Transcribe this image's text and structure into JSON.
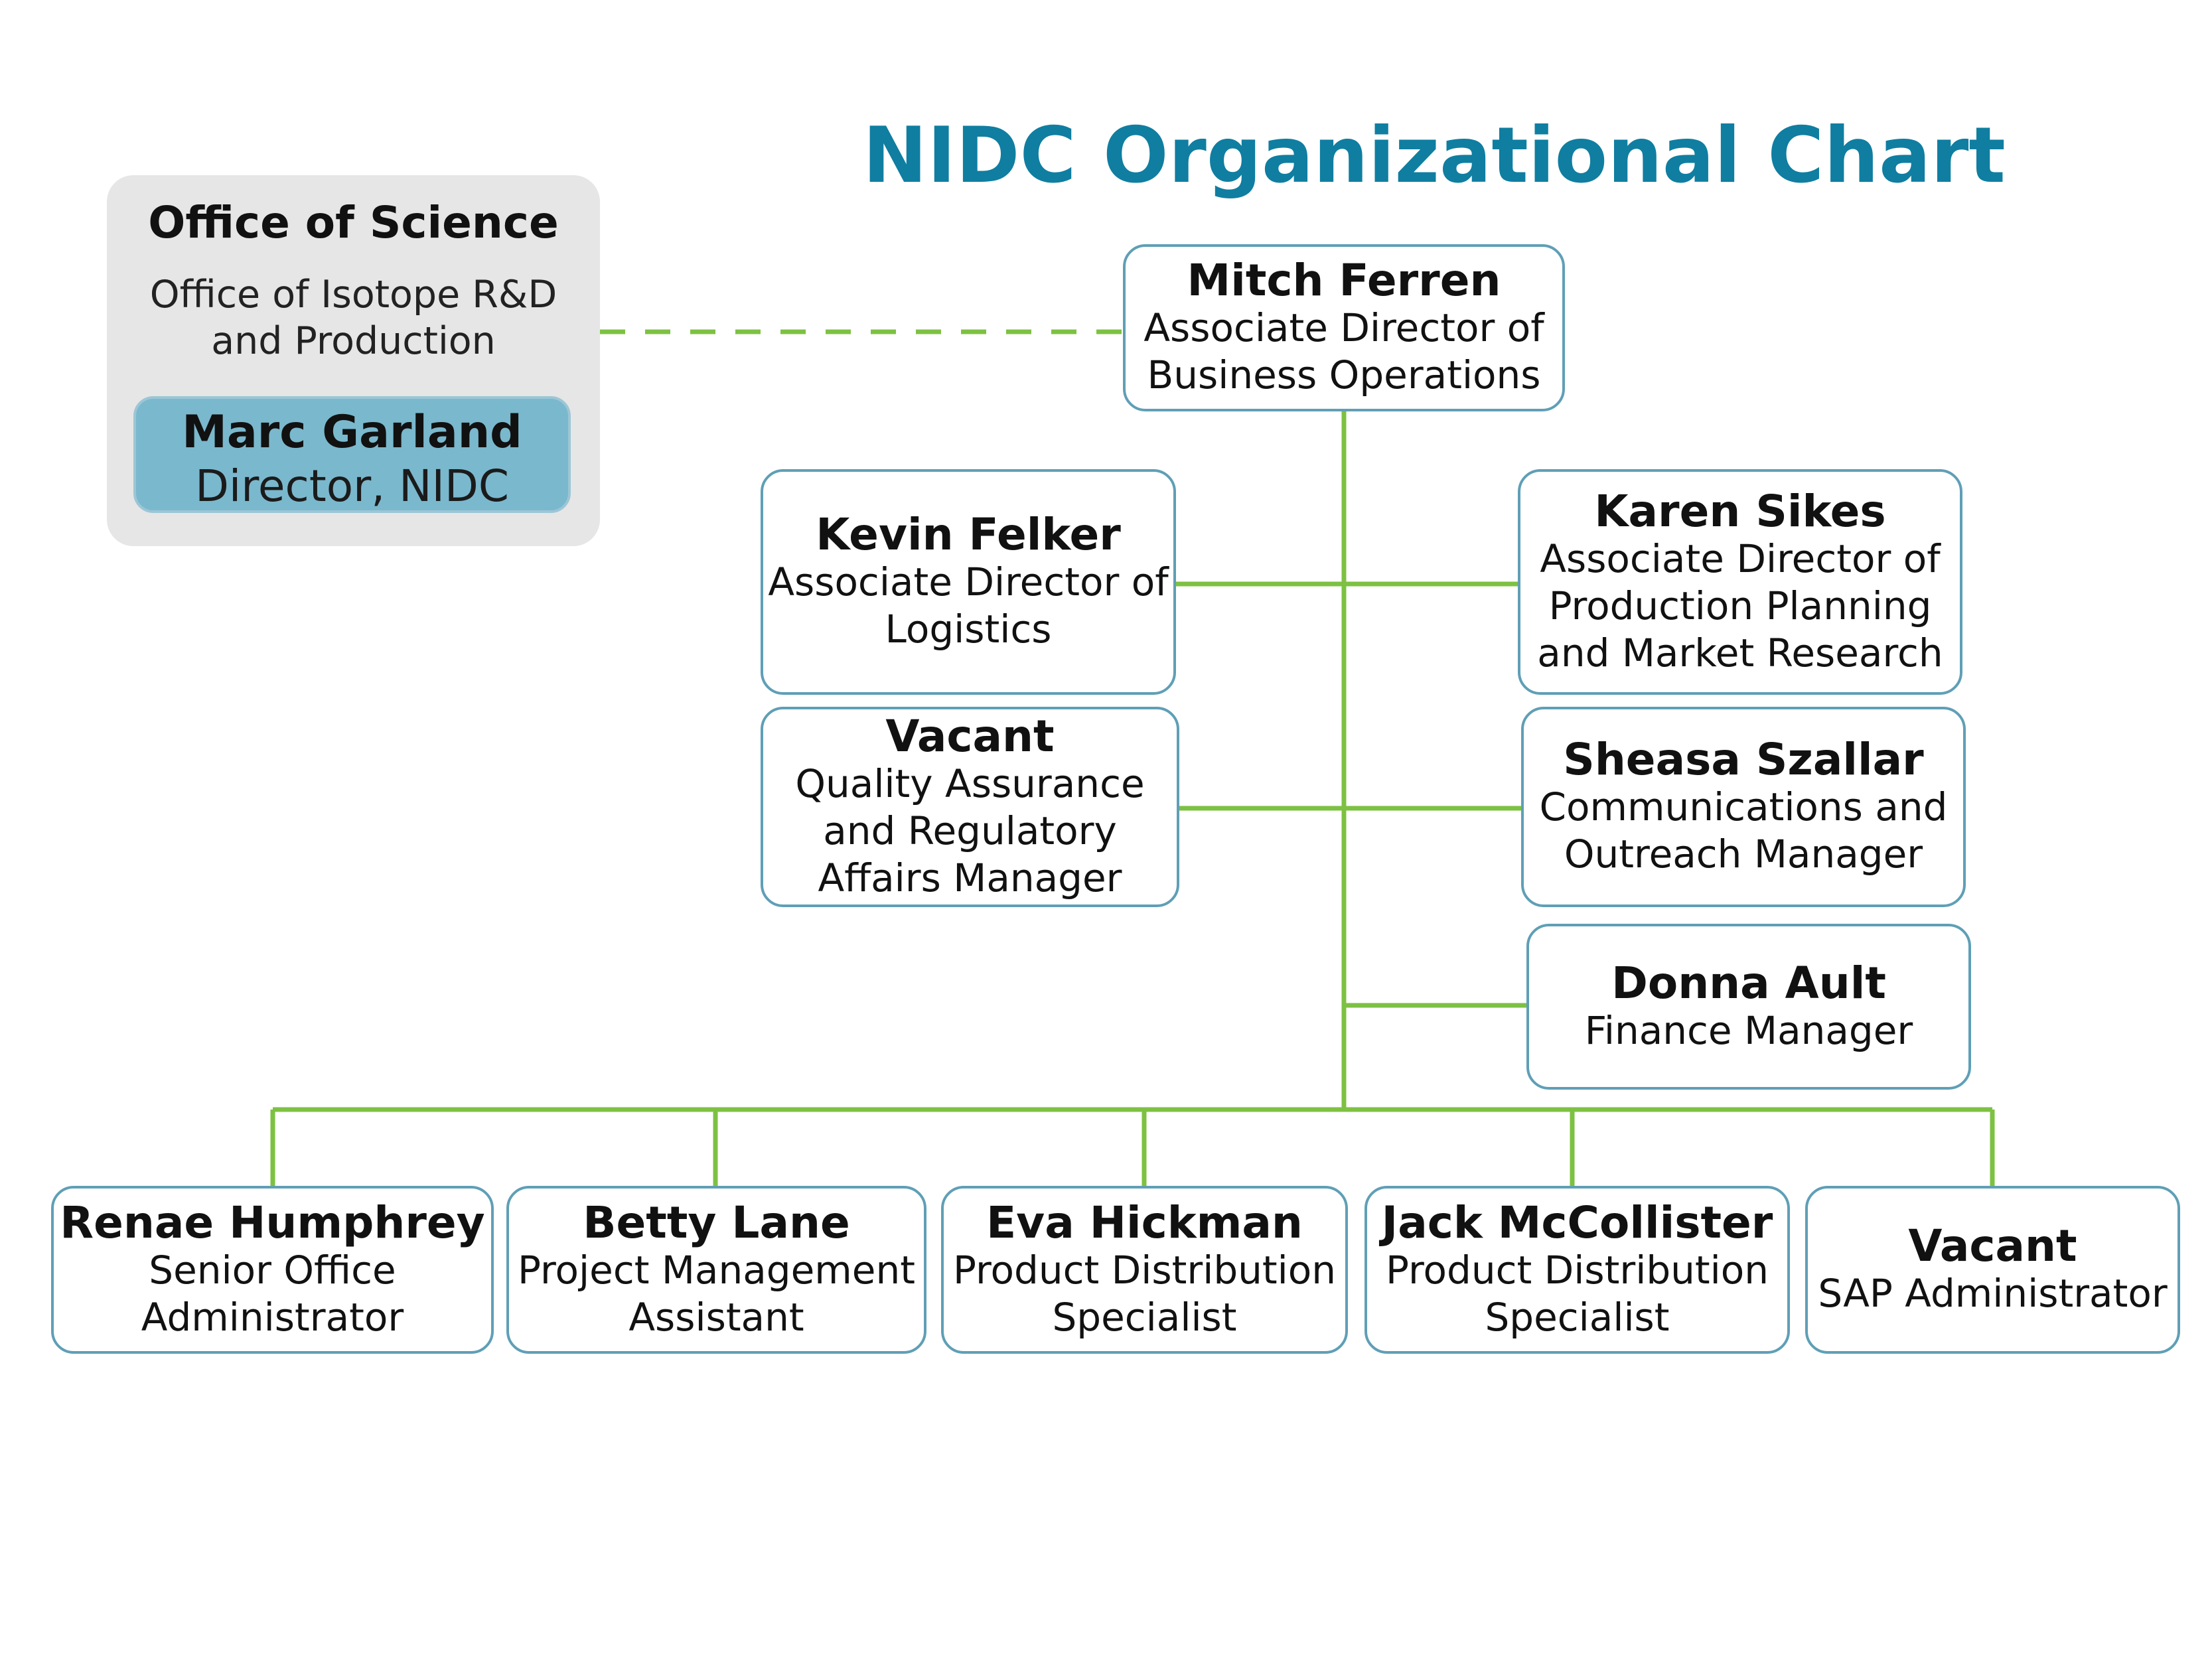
{
  "title": "NIDC Organizational Chart",
  "office": {
    "title": "Office of Science",
    "subtitle": "Office of Isotope R&D\nand Production",
    "director": {
      "name": "Marc Garland",
      "role": "Director, NIDC"
    }
  },
  "top": {
    "name": "Mitch Ferren",
    "role": "Associate Director of\nBusiness Operations"
  },
  "left": [
    {
      "name": "Kevin Felker",
      "role": "Associate Director of\nLogistics"
    },
    {
      "name": "Vacant",
      "role": "Quality Assurance\nand Regulatory\nAffairs Manager"
    }
  ],
  "right": [
    {
      "name": "Karen Sikes",
      "role": "Associate Director of\nProduction Planning\nand Market Research"
    },
    {
      "name": "Sheasa Szallar",
      "role": "Communications and\nOutreach Manager"
    },
    {
      "name": "Donna Ault",
      "role": "Finance Manager"
    }
  ],
  "bottom": [
    {
      "name": "Renae Humphrey",
      "role": "Senior Office\nAdministrator"
    },
    {
      "name": "Betty Lane",
      "role": "Project Management\nAssistant"
    },
    {
      "name": "Eva Hickman",
      "role": "Product Distribution\nSpecialist"
    },
    {
      "name": "Jack McCollister",
      "role": "Product Distribution\nSpecialist"
    },
    {
      "name": "Vacant",
      "role": "SAP Administrator"
    }
  ],
  "colors": {
    "title": "#0f7ea1",
    "connector": "#7dc142",
    "box_border": "#5f9fb6",
    "director_fill": "#7ab8cd",
    "office_fill": "#e6e6e6"
  }
}
